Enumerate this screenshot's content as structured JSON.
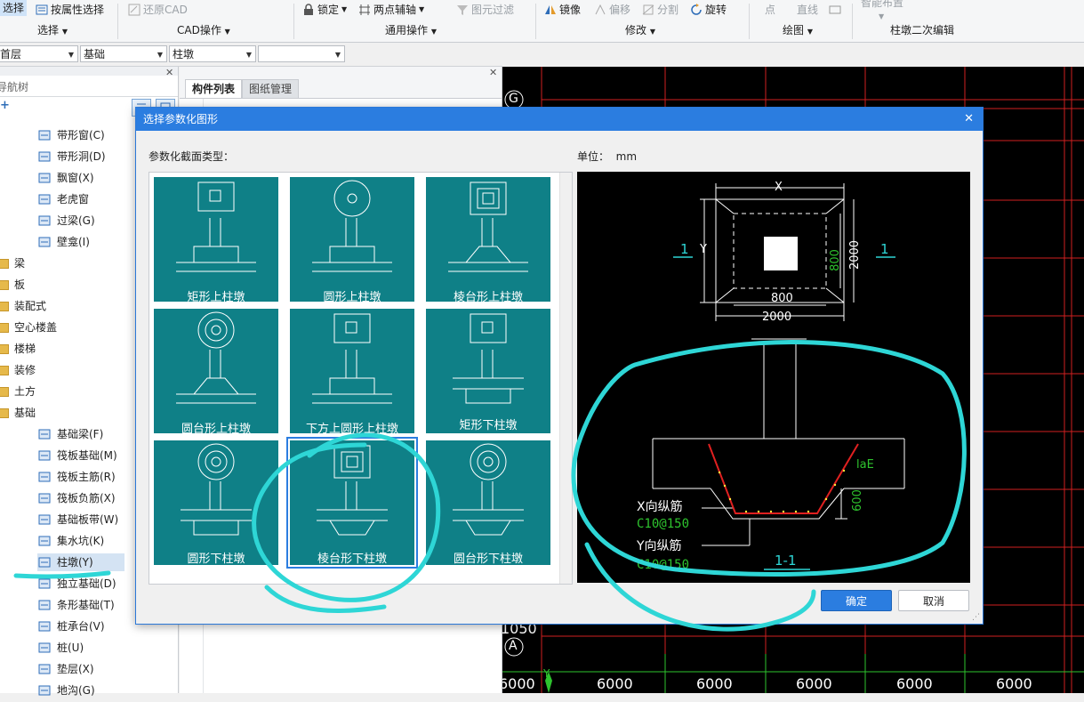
{
  "ribbon": {
    "items": [
      {
        "label": "选择"
      },
      {
        "label": "按属性选择"
      },
      {
        "label": "还原CAD"
      },
      {
        "label": "锁定"
      },
      {
        "label": "两点辅轴"
      },
      {
        "label": "图元过滤"
      },
      {
        "label": "镜像"
      },
      {
        "label": "偏移"
      },
      {
        "label": "分割"
      },
      {
        "label": "旋转"
      },
      {
        "label": "点"
      },
      {
        "label": "直线"
      },
      {
        "label": "智能布置"
      }
    ],
    "groups": [
      "选择",
      "CAD操作",
      "通用操作",
      "修改",
      "绘图",
      "柱墩二次编辑"
    ]
  },
  "dropdowns": [
    {
      "value": "首层"
    },
    {
      "value": "基础"
    },
    {
      "value": "柱墩"
    },
    {
      "value": ""
    }
  ],
  "left_panel": {
    "title": "导航树",
    "items": [
      {
        "label": "带形窗(C)",
        "icon": "band-window-icon"
      },
      {
        "label": "带形洞(D)",
        "icon": "band-opening-icon"
      },
      {
        "label": "飘窗(X)",
        "icon": "bay-window-icon"
      },
      {
        "label": "老虎窗",
        "icon": "dormer-icon"
      },
      {
        "label": "过梁(G)",
        "icon": "lintel-icon"
      },
      {
        "label": "壁龛(I)",
        "icon": "niche-icon"
      },
      {
        "label": "梁",
        "icon": "folder-icon"
      },
      {
        "label": "板",
        "icon": "folder-icon"
      },
      {
        "label": "装配式",
        "icon": "folder-icon"
      },
      {
        "label": "空心楼盖",
        "icon": "folder-icon"
      },
      {
        "label": "楼梯",
        "icon": "folder-icon"
      },
      {
        "label": "装修",
        "icon": "folder-icon"
      },
      {
        "label": "土方",
        "icon": "folder-icon"
      },
      {
        "label": "基础",
        "icon": "folder-icon"
      },
      {
        "label": "基础梁(F)",
        "icon": "foundation-beam-icon"
      },
      {
        "label": "筏板基础(M)",
        "icon": "raft-icon"
      },
      {
        "label": "筏板主筋(R)",
        "icon": "raft-main-rebar-icon"
      },
      {
        "label": "筏板负筋(X)",
        "icon": "raft-neg-rebar-icon"
      },
      {
        "label": "基础板带(W)",
        "icon": "slab-strip-icon"
      },
      {
        "label": "集水坑(K)",
        "icon": "sump-icon"
      },
      {
        "label": "柱墩(Y)",
        "icon": "column-pier-icon"
      },
      {
        "label": "独立基础(D)",
        "icon": "isolated-footing-icon"
      },
      {
        "label": "条形基础(T)",
        "icon": "strip-footing-icon"
      },
      {
        "label": "桩承台(V)",
        "icon": "pile-cap-icon"
      },
      {
        "label": "桩(U)",
        "icon": "pile-icon"
      },
      {
        "label": "垫层(X)",
        "icon": "cushion-icon"
      },
      {
        "label": "地沟(G)",
        "icon": "trench-icon"
      }
    ]
  },
  "mid_panel": {
    "tabs": [
      "构件列表",
      "图纸管理"
    ]
  },
  "dialog": {
    "title": "选择参数化图形",
    "section_label": "参数化截面类型：",
    "unit_label": "单位：",
    "unit_value": "mm",
    "tiles": [
      {
        "label": "矩形上柱墩"
      },
      {
        "label": "圆形上柱墩"
      },
      {
        "label": "棱台形上柱墩"
      },
      {
        "label": "圆台形上柱墩"
      },
      {
        "label": "下方上圆形上柱墩"
      },
      {
        "label": "矩形下柱墩"
      },
      {
        "label": "圆形下柱墩"
      },
      {
        "label": "棱台形下柱墩"
      },
      {
        "label": "圆台形下柱墩"
      }
    ],
    "ok_label": "确定",
    "cancel_label": "取消",
    "preview": {
      "dim_x": "X",
      "dim_y": "Y",
      "dim_800_v": "800",
      "dim_2000_v": "2000",
      "dim_800_h": "800",
      "dim_2000_h": "2000",
      "section_mark": "1",
      "lae": "laE",
      "dim_600": "600",
      "x_rebar": "X向纵筋",
      "x_rebar_spec": "C10@150",
      "y_rebar": "Y向纵筋",
      "y_rebar_spec": "C10@150",
      "section_title": "1-1"
    }
  },
  "cad": {
    "axis_labels": [
      "G",
      "A",
      "Y"
    ],
    "dim_1050": "1050",
    "bottom_dims": [
      "6000",
      "6000",
      "6000",
      "6000",
      "6000",
      "6000"
    ]
  },
  "colors": {
    "tile_bg": "#0f8087",
    "annotation": "#2ed6d6",
    "title_bar": "#2b7de0"
  }
}
